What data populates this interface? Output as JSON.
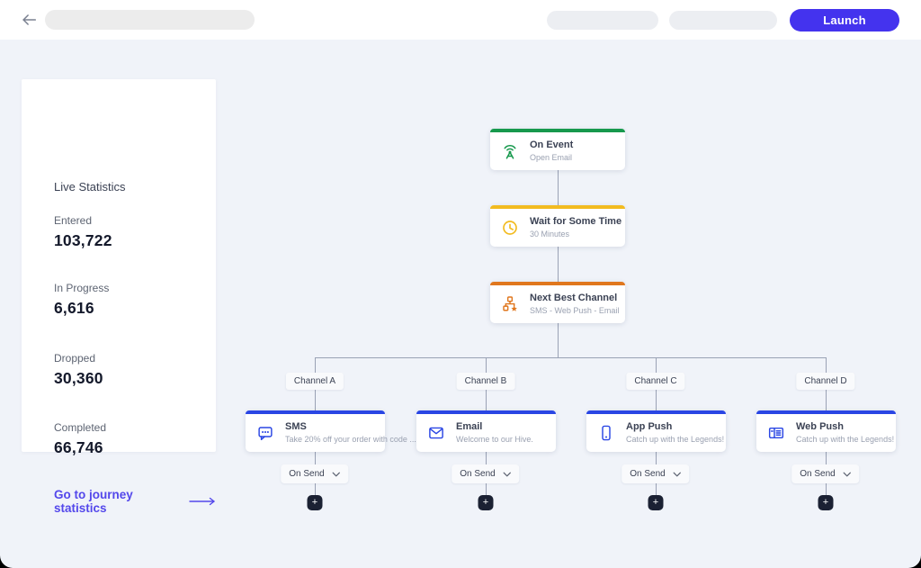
{
  "topbar": {
    "back_icon": "arrow-left-icon",
    "launch": {
      "label": "Launch",
      "color": "#4433ee"
    }
  },
  "sidebar": {
    "title": "Live Statistics",
    "stats": [
      {
        "label": "Entered",
        "value": "103,722"
      },
      {
        "label": "In Progress",
        "value": "6,616"
      },
      {
        "label": "Dropped",
        "value": "30,360"
      },
      {
        "label": "Completed",
        "value": "66,746"
      }
    ],
    "link": {
      "label": "Go to journey statistics",
      "color": "#5347eb",
      "arrow_icon": "arrow-right-icon"
    }
  },
  "flow": {
    "trunk_nodes": [
      {
        "title": "On Event",
        "subtitle": "Open Email",
        "accent": "#17994d",
        "icon": "broadcast-icon"
      },
      {
        "title": "Wait for Some Time",
        "subtitle": "30 Minutes",
        "accent": "#f2bb20",
        "icon": "clock-icon"
      },
      {
        "title": "Next Best Channel",
        "subtitle": "SMS - Web Push - Email",
        "accent": "#e0771e",
        "icon": "sitemap-star-icon"
      }
    ],
    "branch_accent": "#2a46e4",
    "branches": [
      {
        "label": "Channel A",
        "title": "SMS",
        "subtitle": "Take 20% off your order with code ...",
        "icon": "sms-icon",
        "dropdown": "On Send"
      },
      {
        "label": "Channel B",
        "title": "Email",
        "subtitle": "Welcome to our Hive.",
        "icon": "email-icon",
        "dropdown": "On Send"
      },
      {
        "label": "Channel C",
        "title": "App Push",
        "subtitle": "Catch up with the Legends!",
        "icon": "app-push-icon",
        "dropdown": "On Send"
      },
      {
        "label": "Channel D",
        "title": "Web Push",
        "subtitle": "Catch up with the Legends!",
        "icon": "web-push-icon",
        "dropdown": "On Send"
      }
    ],
    "add_button_label": "+"
  }
}
